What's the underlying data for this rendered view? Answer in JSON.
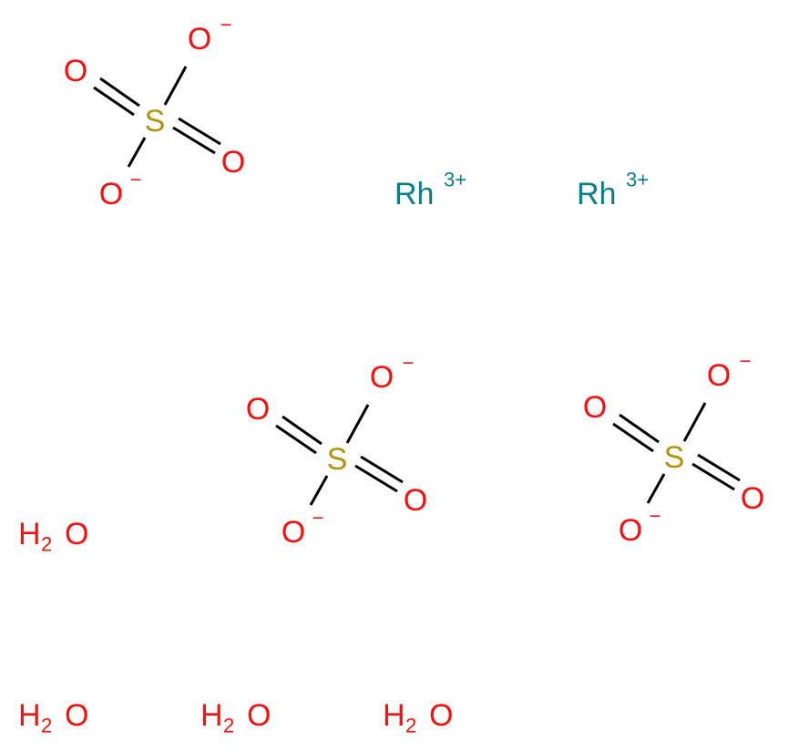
{
  "colors": {
    "oxygen": "#ff0d0d",
    "sulfur": "#b2920f",
    "rhodium": "#0a7d8c",
    "bond": "#000000"
  },
  "sulfates": [
    {
      "s": "S",
      "o_top": "O",
      "o_left": "O",
      "o_right": "O",
      "o_bottom": "O",
      "minus": "−"
    },
    {
      "s": "S",
      "o_top": "O",
      "o_left": "O",
      "o_right": "O",
      "o_bottom": "O",
      "minus": "−"
    },
    {
      "s": "S",
      "o_top": "O",
      "o_left": "O",
      "o_right": "O",
      "o_bottom": "O",
      "minus": "−"
    }
  ],
  "rhodium": [
    {
      "symbol": "Rh",
      "charge": "3+"
    },
    {
      "symbol": "Rh",
      "charge": "3+"
    }
  ],
  "waters": [
    {
      "h": "H",
      "n": "2",
      "o": "O"
    },
    {
      "h": "H",
      "n": "2",
      "o": "O"
    },
    {
      "h": "H",
      "n": "2",
      "o": "O"
    },
    {
      "h": "H",
      "n": "2",
      "o": "O"
    }
  ]
}
